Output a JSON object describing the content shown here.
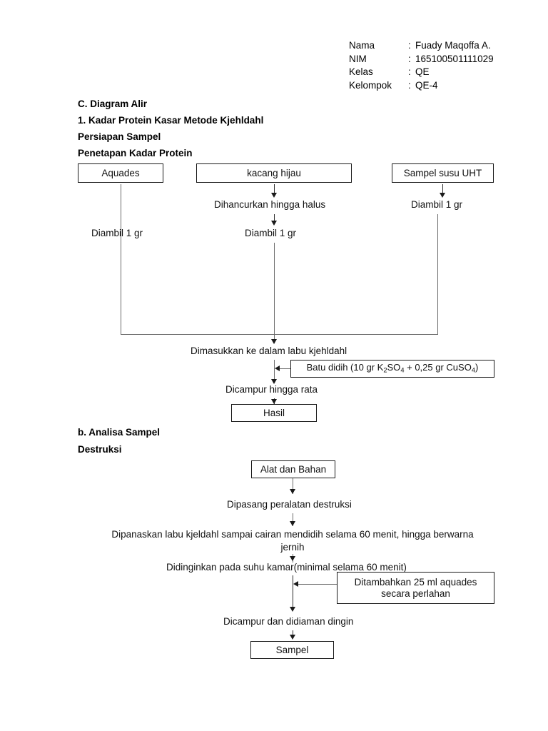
{
  "student_info": {
    "rows": [
      {
        "label": "Nama",
        "separator": ":",
        "value": "Fuady Maqoffa A."
      },
      {
        "label": "NIM",
        "separator": ":",
        "value": "165100501111029"
      },
      {
        "label": "Kelas",
        "separator": ":",
        "value": "QE"
      },
      {
        "label": "Kelompok",
        "separator": ":",
        "value": "QE-4"
      }
    ]
  },
  "headings": {
    "section_c": "C. Diagram Alir",
    "item_1": "1. Kadar  Protein  Kasar  Metode  Kjehldahl",
    "persiapan": "Persiapan Sampel",
    "penetapan": "Penetapan Kadar Protein",
    "section_b": "b. Analisa Sampel",
    "destruksi": "Destruksi"
  },
  "flow1": {
    "boxes": {
      "aquades": "Aquades",
      "kacang_hijau": "kacang hijau",
      "sampel_susu": "Sampel susu UHT",
      "batu_didih_prefix": "Batu didih (10 gr K",
      "batu_didih_sub1": "2",
      "batu_didih_mid": "SO",
      "batu_didih_sub2": "4",
      "batu_didih_mid2": " + 0,25 gr CuSO",
      "batu_didih_sub3": "4",
      "batu_didih_suffix": ")",
      "hasil": "Hasil"
    },
    "steps": {
      "left_diambil": "Diambil 1 gr",
      "mid_dihancurkan": "Dihancurkan hingga halus",
      "mid_diambil": "Diambil 1 gr",
      "right_diambil": "Diambil 1 gr",
      "dimasukkan": "Dimasukkan ke dalam labu kjehldahl",
      "dicampur": "Dicampur hingga rata"
    }
  },
  "flow2": {
    "boxes": {
      "alat_bahan": "Alat dan Bahan",
      "ditambahkan": "Ditambahkan 25 ml aquades secara perlahan",
      "sampel": "Sampel"
    },
    "steps": {
      "dipasang": "Dipasang peralatan destruksi",
      "dipanaskan": "Dipanaskan labu kjeldahl sampai cairan mendidih selama 60 menit, hingga berwarna jernih",
      "didinginkan": "Didinginkan pada suhu kamar(minimal selama 60 menit)",
      "dicampur_dingin": "Dicampur dan didiaman dingin"
    }
  }
}
